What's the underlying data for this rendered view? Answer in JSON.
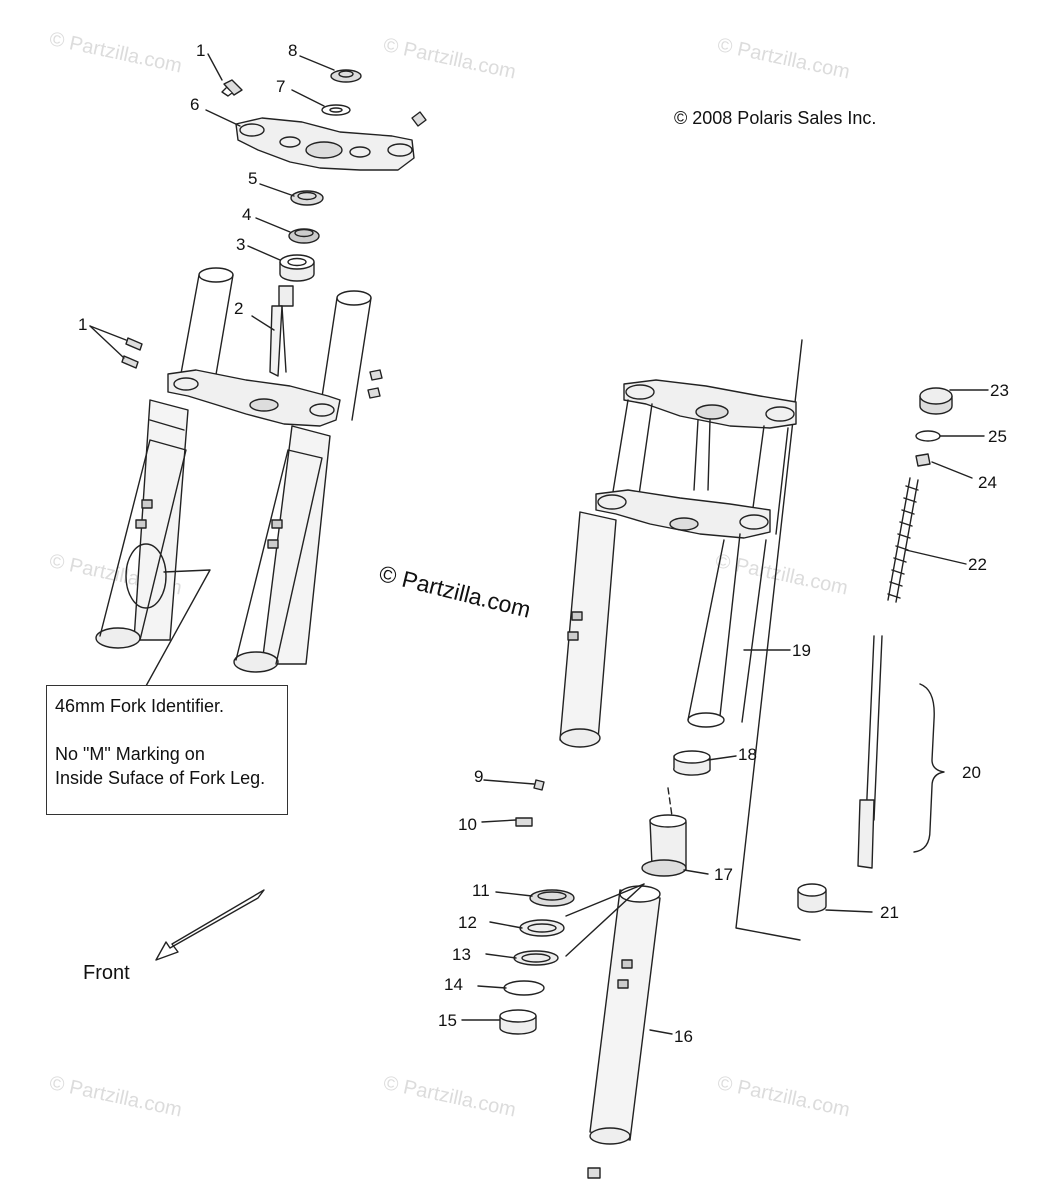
{
  "copyright": "© 2008 Polaris Sales Inc.",
  "watermark_main": "© Partzilla.com",
  "watermark_faint": "© Partzilla.com",
  "note": {
    "line1": "46mm Fork Identifier.",
    "line2": "No \"M\" Marking on",
    "line3": "Inside Suface of Fork Leg."
  },
  "front_label": "Front",
  "callouts": {
    "c1a": "1",
    "c8": "8",
    "c7": "7",
    "c6": "6",
    "c5": "5",
    "c4": "4",
    "c3": "3",
    "c2": "2",
    "c1b": "1",
    "c23": "23",
    "c25": "25",
    "c24": "24",
    "c22": "22",
    "c19": "19",
    "c18": "18",
    "c20": "20",
    "c9": "9",
    "c10": "10",
    "c17": "17",
    "c11": "11",
    "c12": "12",
    "c13": "13",
    "c14": "14",
    "c15": "15",
    "c16": "16",
    "c21": "21"
  }
}
